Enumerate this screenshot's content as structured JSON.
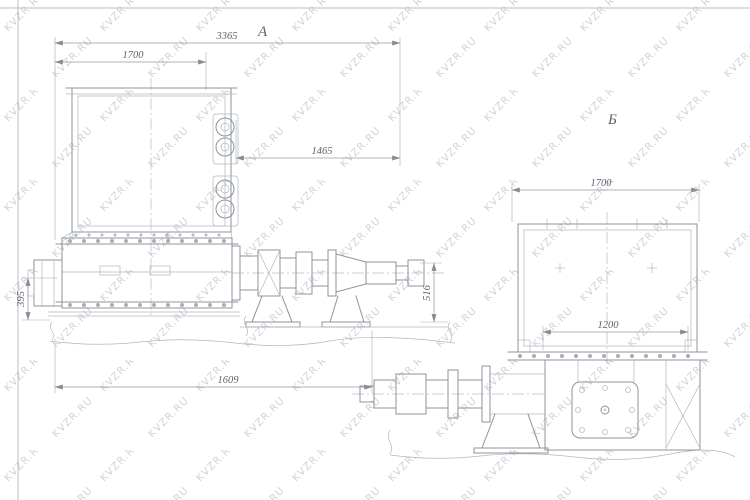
{
  "watermark": {
    "text": "KVZR.RU"
  },
  "drawing": {
    "view_a": {
      "label": "А",
      "dim_overall": "3365",
      "dim_hopper_width": "1700",
      "dim_shaft": "1465",
      "dim_height": "395",
      "dim_outlet": "516",
      "dim_base": "1609"
    },
    "view_b": {
      "label": "Б",
      "dim_width": "1700",
      "dim_inner": "1200"
    }
  }
}
